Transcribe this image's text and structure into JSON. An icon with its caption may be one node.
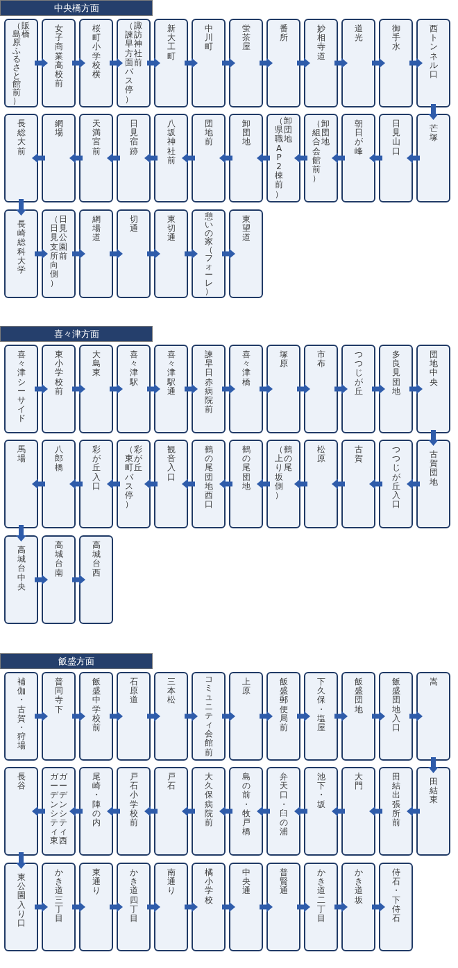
{
  "diagram": {
    "nodes": [
      {
        "text": [
          "中央橋方面"
        ]
      },
      {
        "text": [
          "（島原ふるさと館前）",
          "販橋"
        ]
      },
      {
        "text": [
          "女子商業高校前"
        ]
      },
      {
        "text": [
          "桜町小学校横"
        ]
      },
      {
        "text": [
          "（諫早方面バス停）",
          "諏訪神社前"
        ]
      },
      {
        "text": [
          "新大工町"
        ]
      },
      {
        "text": [
          "中川町"
        ]
      },
      {
        "text": [
          "蛍茶屋"
        ]
      },
      {
        "text": [
          "番所"
        ]
      },
      {
        "text": [
          "妙相寺道"
        ]
      },
      {
        "text": [
          "道光"
        ]
      },
      {
        "text": [
          "御手水"
        ]
      },
      {
        "text": [
          "西トンネル口"
        ]
      },
      {
        "text": [
          "芒塚"
        ]
      },
      {
        "text": [
          "日見山口"
        ]
      },
      {
        "text": [
          "朝日が峰"
        ]
      },
      {
        "text": [
          "（組合会館前）",
          "卸団地"
        ]
      },
      {
        "text": [
          "（県職 AP2 棟前）",
          "卸団地"
        ]
      },
      {
        "text": [
          "卸団地"
        ]
      },
      {
        "text": [
          "団地前"
        ]
      },
      {
        "text": [
          "八坂神社前"
        ]
      },
      {
        "text": [
          "日見宿跡"
        ]
      },
      {
        "text": [
          "天満宮前"
        ]
      },
      {
        "text": [
          "網場"
        ]
      },
      {
        "text": [
          "長総大前"
        ]
      },
      {
        "text": [
          "長崎総科大学"
        ]
      },
      {
        "text": [
          "（日見支所向側）",
          "日見公園前"
        ]
      },
      {
        "text": [
          "網場道"
        ]
      },
      {
        "text": [
          "切通"
        ]
      },
      {
        "text": [
          "東切通"
        ]
      },
      {
        "text": [
          "憩いの家（フォーレ）"
        ]
      },
      {
        "text": [
          "東望道"
        ]
      },
      {
        "text": [
          "喜々津方面"
        ]
      },
      {
        "text": [
          "喜々津シーサイド"
        ]
      },
      {
        "text": [
          "東小学校前"
        ]
      },
      {
        "text": [
          "大島東"
        ]
      },
      {
        "text": [
          "喜々津駅"
        ]
      },
      {
        "text": [
          "喜々津駅通"
        ]
      },
      {
        "text": [
          "諫早日赤病院前"
        ]
      },
      {
        "text": [
          "喜々津橋"
        ]
      },
      {
        "text": [
          "塚原"
        ]
      },
      {
        "text": [
          "市布"
        ]
      },
      {
        "text": [
          "つつじが丘"
        ]
      },
      {
        "text": [
          "多良見団地"
        ]
      },
      {
        "text": [
          "団地中央"
        ]
      },
      {
        "text": [
          "古賀団地"
        ]
      },
      {
        "text": [
          "つつじが丘入口"
        ]
      },
      {
        "text": [
          "古賀"
        ]
      },
      {
        "text": [
          "松原"
        ]
      },
      {
        "text": [
          "（上り坂側）",
          "鶴の尾"
        ]
      },
      {
        "text": [
          "鶴の尾団地"
        ]
      },
      {
        "text": [
          "鶴の尾団地西口"
        ]
      },
      {
        "text": [
          "観音入口"
        ]
      },
      {
        "text": [
          "（東町バス停）",
          "彩が丘"
        ]
      },
      {
        "text": [
          "彩が丘入口"
        ]
      },
      {
        "text": [
          "八郎橋"
        ]
      },
      {
        "text": [
          "馬場"
        ]
      },
      {
        "text": [
          "高城台中央"
        ]
      },
      {
        "text": [
          "高城台南"
        ]
      },
      {
        "text": [
          "高城台西"
        ]
      },
      {
        "text": [
          "飯盛方面"
        ]
      },
      {
        "text": [
          "補伽・古賀・狩場"
        ]
      },
      {
        "text": [
          "普同寺下"
        ]
      },
      {
        "text": [
          "飯盛中学校前"
        ]
      },
      {
        "text": [
          "石原道"
        ]
      },
      {
        "text": [
          "三本松"
        ]
      },
      {
        "text": [
          "コミュニティ会館前"
        ]
      },
      {
        "text": [
          "上原"
        ]
      },
      {
        "text": [
          "飯盛郵便局前"
        ]
      },
      {
        "text": [
          "下久保・塩屋"
        ]
      },
      {
        "text": [
          "飯盛団地"
        ]
      },
      {
        "text": [
          "飯盛団地入口"
        ]
      },
      {
        "text": [
          "嵩"
        ]
      },
      {
        "text": [
          "田結東"
        ]
      },
      {
        "text": [
          "田結出張所前"
        ]
      },
      {
        "text": [
          "大門"
        ]
      },
      {
        "text": [
          "池下・坂"
        ]
      },
      {
        "text": [
          "弁天口・臼の浦"
        ]
      },
      {
        "text": [
          "島の前・牧戸橋"
        ]
      },
      {
        "text": [
          "大久保病院前"
        ]
      },
      {
        "text": [
          "戸石"
        ]
      },
      {
        "text": [
          "戸石小学校前"
        ]
      },
      {
        "text": [
          "尾崎・陣の内"
        ]
      },
      {
        "text": [
          "ガーデンシティ東",
          "ガーデンシティ西"
        ]
      },
      {
        "text": [
          "長谷"
        ]
      },
      {
        "text": [
          "東公園入り口"
        ]
      },
      {
        "text": [
          "かき道三丁目"
        ]
      },
      {
        "text": [
          "東通り"
        ]
      },
      {
        "text": [
          "かき道四丁目"
        ]
      },
      {
        "text": [
          "南通り"
        ]
      },
      {
        "text": [
          "橘小学校"
        ]
      },
      {
        "text": [
          "中央通"
        ]
      },
      {
        "text": [
          "普賢通"
        ]
      },
      {
        "text": [
          "かき道二丁目"
        ]
      },
      {
        "text": [
          "かき道坂"
        ]
      },
      {
        "text": [
          "侍石・下侍石"
        ]
      }
    ],
    "edges": [
      {
        "from": 1,
        "to": 2,
        "arrow": "to"
      },
      {
        "from": 2,
        "to": 3,
        "arrow": "to"
      },
      {
        "from": 3,
        "to": 4,
        "arrow": "to"
      },
      {
        "from": 4,
        "to": 5,
        "arrow": "to"
      },
      {
        "from": 5,
        "to": 6,
        "arrow": "to"
      },
      {
        "from": 6,
        "to": 7,
        "arrow": "to"
      },
      {
        "from": 7,
        "to": 8,
        "arrow": "to"
      },
      {
        "from": 8,
        "to": 9,
        "arrow": "to"
      },
      {
        "from": 9,
        "to": 10,
        "arrow": "to"
      },
      {
        "from": 10,
        "to": 11,
        "arrow": "to"
      },
      {
        "from": 11,
        "to": 12,
        "arrow": "to"
      },
      {
        "from": 12,
        "to": 13,
        "arrow": "to"
      },
      {
        "from": 13,
        "to": 14,
        "arrow": "to"
      },
      {
        "from": 14,
        "to": 15,
        "arrow": "to"
      },
      {
        "from": 15,
        "to": 16,
        "arrow": "to"
      },
      {
        "from": 16,
        "to": 17,
        "arrow": "to"
      },
      {
        "from": 17,
        "to": 18,
        "arrow": "to"
      },
      {
        "from": 18,
        "to": 19,
        "arrow": "to"
      },
      {
        "from": 19,
        "to": 20,
        "arrow": "to"
      },
      {
        "from": 20,
        "to": 21,
        "arrow": "to"
      },
      {
        "from": 21,
        "to": 22,
        "arrow": "to"
      },
      {
        "from": 22,
        "to": 23,
        "arrow": "to"
      },
      {
        "from": 23,
        "to": 24,
        "arrow": "to"
      },
      {
        "from": 24,
        "to": 25,
        "arrow": "to"
      },
      {
        "from": 25,
        "to": 26,
        "arrow": "to"
      },
      {
        "from": 26,
        "to": 27,
        "arrow": "to"
      },
      {
        "from": 27,
        "to": 28,
        "arrow": "to"
      },
      {
        "from": 28,
        "to": 29,
        "arrow": "to"
      },
      {
        "from": 29,
        "to": 30,
        "arrow": "to"
      },
      {
        "from": 30,
        "to": 31,
        "arrow": "to"
      },
      {
        "from": 33,
        "to": 34,
        "arrow": "to"
      },
      {
        "from": 34,
        "to": 35,
        "arrow": "to"
      },
      {
        "from": 35,
        "to": 36,
        "arrow": "to"
      },
      {
        "from": 36,
        "to": 37,
        "arrow": "to"
      },
      {
        "from": 37,
        "to": 38,
        "arrow": "to"
      },
      {
        "from": 38,
        "to": 39,
        "arrow": "to"
      },
      {
        "from": 39,
        "to": 40,
        "arrow": "to"
      },
      {
        "from": 40,
        "to": 41,
        "arrow": "to"
      },
      {
        "from": 41,
        "to": 42,
        "arrow": "to"
      },
      {
        "from": 42,
        "to": 43,
        "arrow": "to"
      },
      {
        "from": 43,
        "to": 44,
        "arrow": "to"
      },
      {
        "from": 44,
        "to": 45,
        "arrow": "to"
      },
      {
        "from": 45,
        "to": 46,
        "arrow": "to"
      },
      {
        "from": 46,
        "to": 47,
        "arrow": "to"
      },
      {
        "from": 47,
        "to": 48,
        "arrow": "to"
      },
      {
        "from": 48,
        "to": 49,
        "arrow": "to"
      },
      {
        "from": 49,
        "to": 50,
        "arrow": "to"
      },
      {
        "from": 50,
        "to": 51,
        "arrow": "to"
      },
      {
        "from": 51,
        "to": 52,
        "arrow": "to"
      },
      {
        "from": 52,
        "to": 53,
        "arrow": "to"
      },
      {
        "from": 53,
        "to": 54,
        "arrow": "to"
      },
      {
        "from": 54,
        "to": 55,
        "arrow": "to"
      },
      {
        "from": 55,
        "to": 56,
        "arrow": "to"
      },
      {
        "from": 56,
        "to": 57,
        "arrow": "to"
      },
      {
        "from": 57,
        "to": 58,
        "arrow": "to"
      },
      {
        "from": 58,
        "to": 59,
        "arrow": "to"
      },
      {
        "from": 61,
        "to": 62,
        "arrow": "to"
      },
      {
        "from": 62,
        "to": 63,
        "arrow": "to"
      },
      {
        "from": 63,
        "to": 64,
        "arrow": "to"
      },
      {
        "from": 64,
        "to": 65,
        "arrow": "to"
      },
      {
        "from": 65,
        "to": 66,
        "arrow": "to"
      },
      {
        "from": 66,
        "to": 67,
        "arrow": "to"
      },
      {
        "from": 67,
        "to": 68,
        "arrow": "to"
      },
      {
        "from": 68,
        "to": 69,
        "arrow": "to"
      },
      {
        "from": 69,
        "to": 70,
        "arrow": "to"
      },
      {
        "from": 70,
        "to": 71,
        "arrow": "to"
      },
      {
        "from": 71,
        "to": 72,
        "arrow": "to"
      },
      {
        "from": 72,
        "to": 73,
        "arrow": "to"
      },
      {
        "from": 73,
        "to": 74,
        "arrow": "to"
      },
      {
        "from": 74,
        "to": 75,
        "arrow": "to"
      },
      {
        "from": 75,
        "to": 76,
        "arrow": "to"
      },
      {
        "from": 76,
        "to": 77,
        "arrow": "to"
      },
      {
        "from": 77,
        "to": 78,
        "arrow": "to"
      },
      {
        "from": 78,
        "to": 79,
        "arrow": "to"
      },
      {
        "from": 79,
        "to": 80,
        "arrow": "to"
      },
      {
        "from": 80,
        "to": 81,
        "arrow": "to"
      },
      {
        "from": 81,
        "to": 82,
        "arrow": "to"
      },
      {
        "from": 82,
        "to": 83,
        "arrow": "to"
      },
      {
        "from": 83,
        "to": 84,
        "arrow": "to"
      },
      {
        "from": 84,
        "to": 85,
        "arrow": "to"
      },
      {
        "from": 85,
        "to": 86,
        "arrow": "to"
      },
      {
        "from": 86,
        "to": 87,
        "arrow": "to"
      },
      {
        "from": 87,
        "to": 88,
        "arrow": "to"
      },
      {
        "from": 88,
        "to": 89,
        "arrow": "to"
      },
      {
        "from": 89,
        "to": 90,
        "arrow": "to"
      },
      {
        "from": 90,
        "to": 91,
        "arrow": "to"
      },
      {
        "from": 91,
        "to": 92,
        "arrow": "to"
      },
      {
        "from": 92,
        "to": 93,
        "arrow": "to"
      },
      {
        "from": 93,
        "to": 94,
        "arrow": "to"
      },
      {
        "from": 94,
        "to": 95,
        "arrow": "to"
      }
    ]
  }
}
